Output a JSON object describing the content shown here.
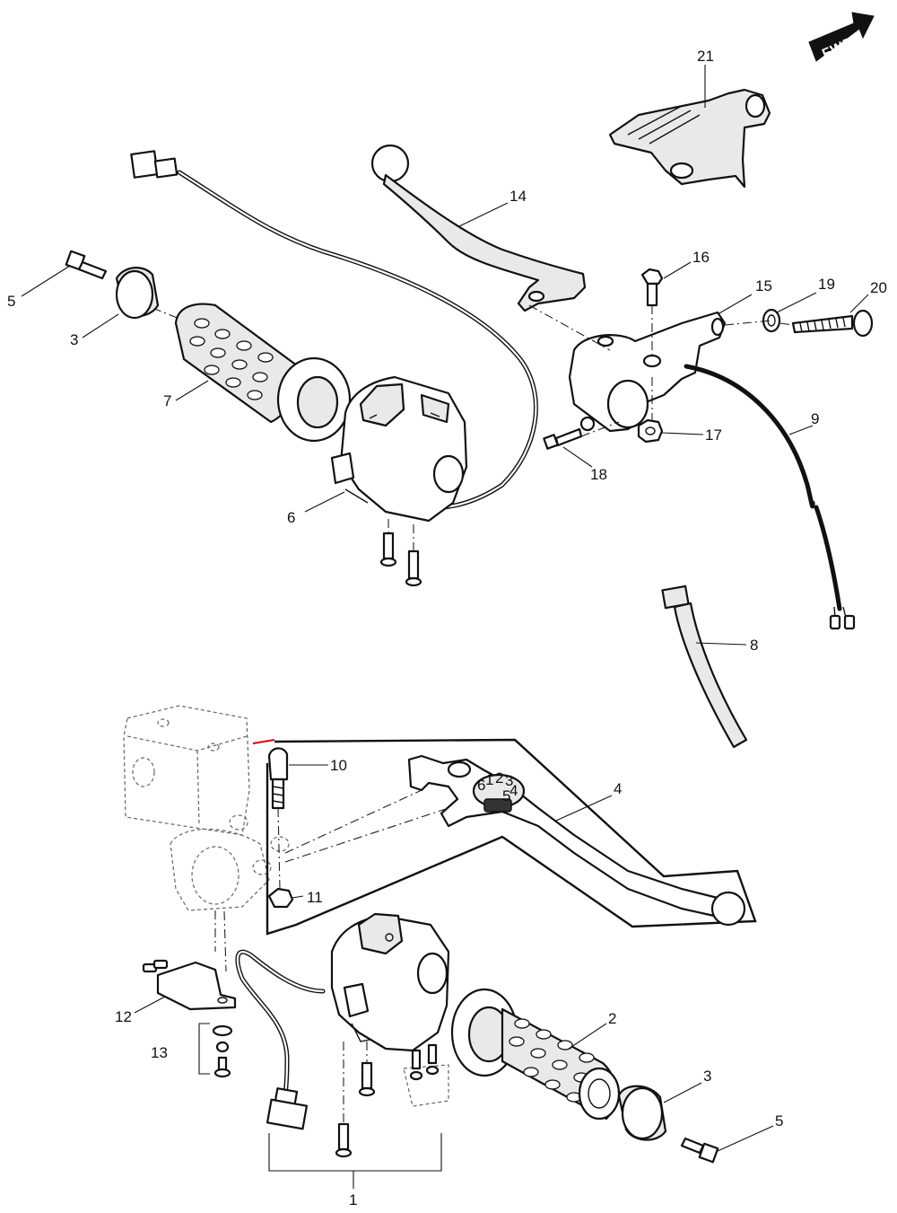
{
  "diagram": {
    "direction_badge": "FWD",
    "colors": {
      "line": "#111111",
      "background": "#ffffff",
      "accent": "#e00000"
    },
    "callouts": {
      "c1": "1",
      "c2": "2",
      "c3a": "3",
      "c3b": "3",
      "c4": "4",
      "c5a": "5",
      "c5b": "5",
      "c6": "6",
      "c7": "7",
      "c8": "8",
      "c9": "9",
      "c10": "10",
      "c11": "11",
      "c12": "12",
      "c13": "13",
      "c14": "14",
      "c15": "15",
      "c16": "16",
      "c17": "17",
      "c18": "18",
      "c19": "19",
      "c20": "20",
      "c21": "21"
    },
    "dial_marks": [
      "1",
      "2",
      "3",
      "4",
      "5",
      "6"
    ]
  }
}
